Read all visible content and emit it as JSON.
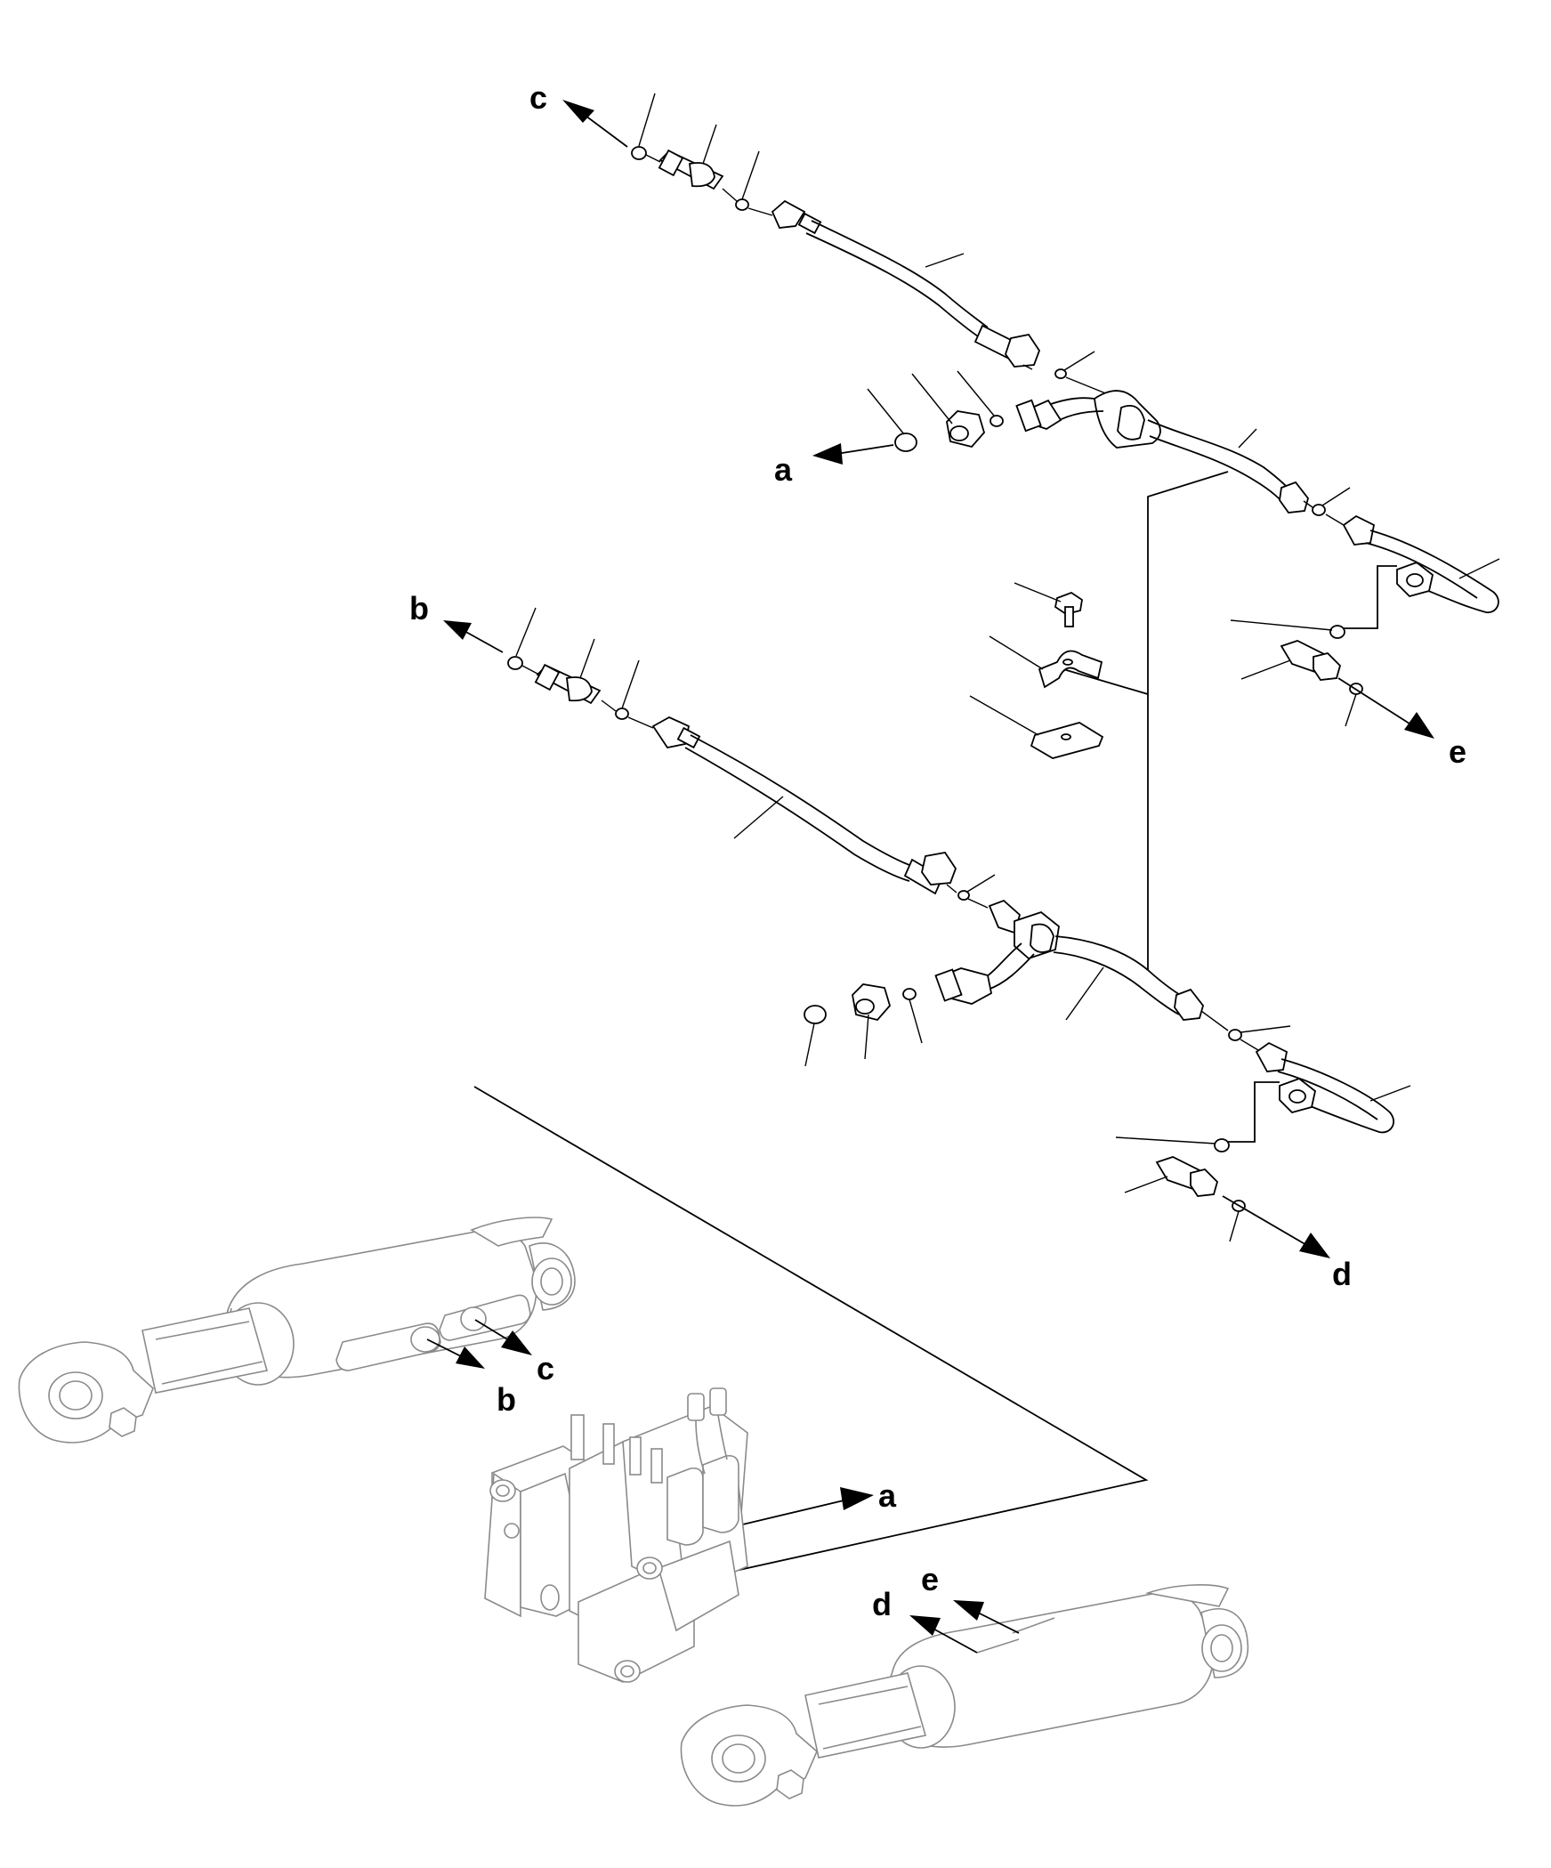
{
  "figure": {
    "connection_labels": {
      "a": "a",
      "b": "b",
      "c": "c",
      "d": "d",
      "e": "e"
    },
    "colors": {
      "line": "#000000",
      "faded_component": "#8a8a8a",
      "background": "#ffffff"
    },
    "components": [
      "upper-hose-assembly",
      "lower-hose-assembly",
      "bolt",
      "clamp",
      "clamp-plate",
      "left-hydraulic-cylinder",
      "control-valve",
      "right-hydraulic-cylinder"
    ]
  }
}
